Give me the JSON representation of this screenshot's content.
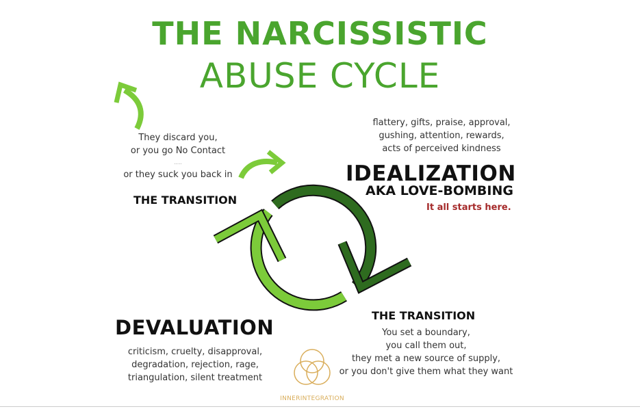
{
  "title": {
    "line1": "THE NARCISSISTIC",
    "line2": "ABUSE CYCLE"
  },
  "transition_top": {
    "lines": [
      "They discard you,",
      "or you go No Contact",
      ".....",
      "or they suck you back in"
    ],
    "heading": "THE TRANSITION"
  },
  "idealization": {
    "description": [
      "flattery, gifts, praise, approval,",
      "gushing, attention, rewards,",
      "acts of perceived kindness"
    ],
    "heading": "IDEALIZATION",
    "subheading": "AKA LOVE-BOMBING",
    "note": "It all starts here."
  },
  "devaluation": {
    "heading": "DEVALUATION",
    "description": [
      "criticism, cruelty, disapproval,",
      "degradation, rejection, rage,",
      "triangulation, silent treatment"
    ]
  },
  "transition_bottom": {
    "heading": "THE TRANSITION",
    "lines": [
      "You set a boundary,",
      "you call them out,",
      "they met a new source of supply,",
      "or you don't give them what they want"
    ]
  },
  "logo": {
    "text": "INNERINTEGRATION"
  },
  "colors": {
    "title": "#4aa52e",
    "dark_arrow": "#2e6b1f",
    "light_arrow": "#7ccb3a",
    "note": "#a52a2a",
    "logo": "#d9ad5a"
  }
}
